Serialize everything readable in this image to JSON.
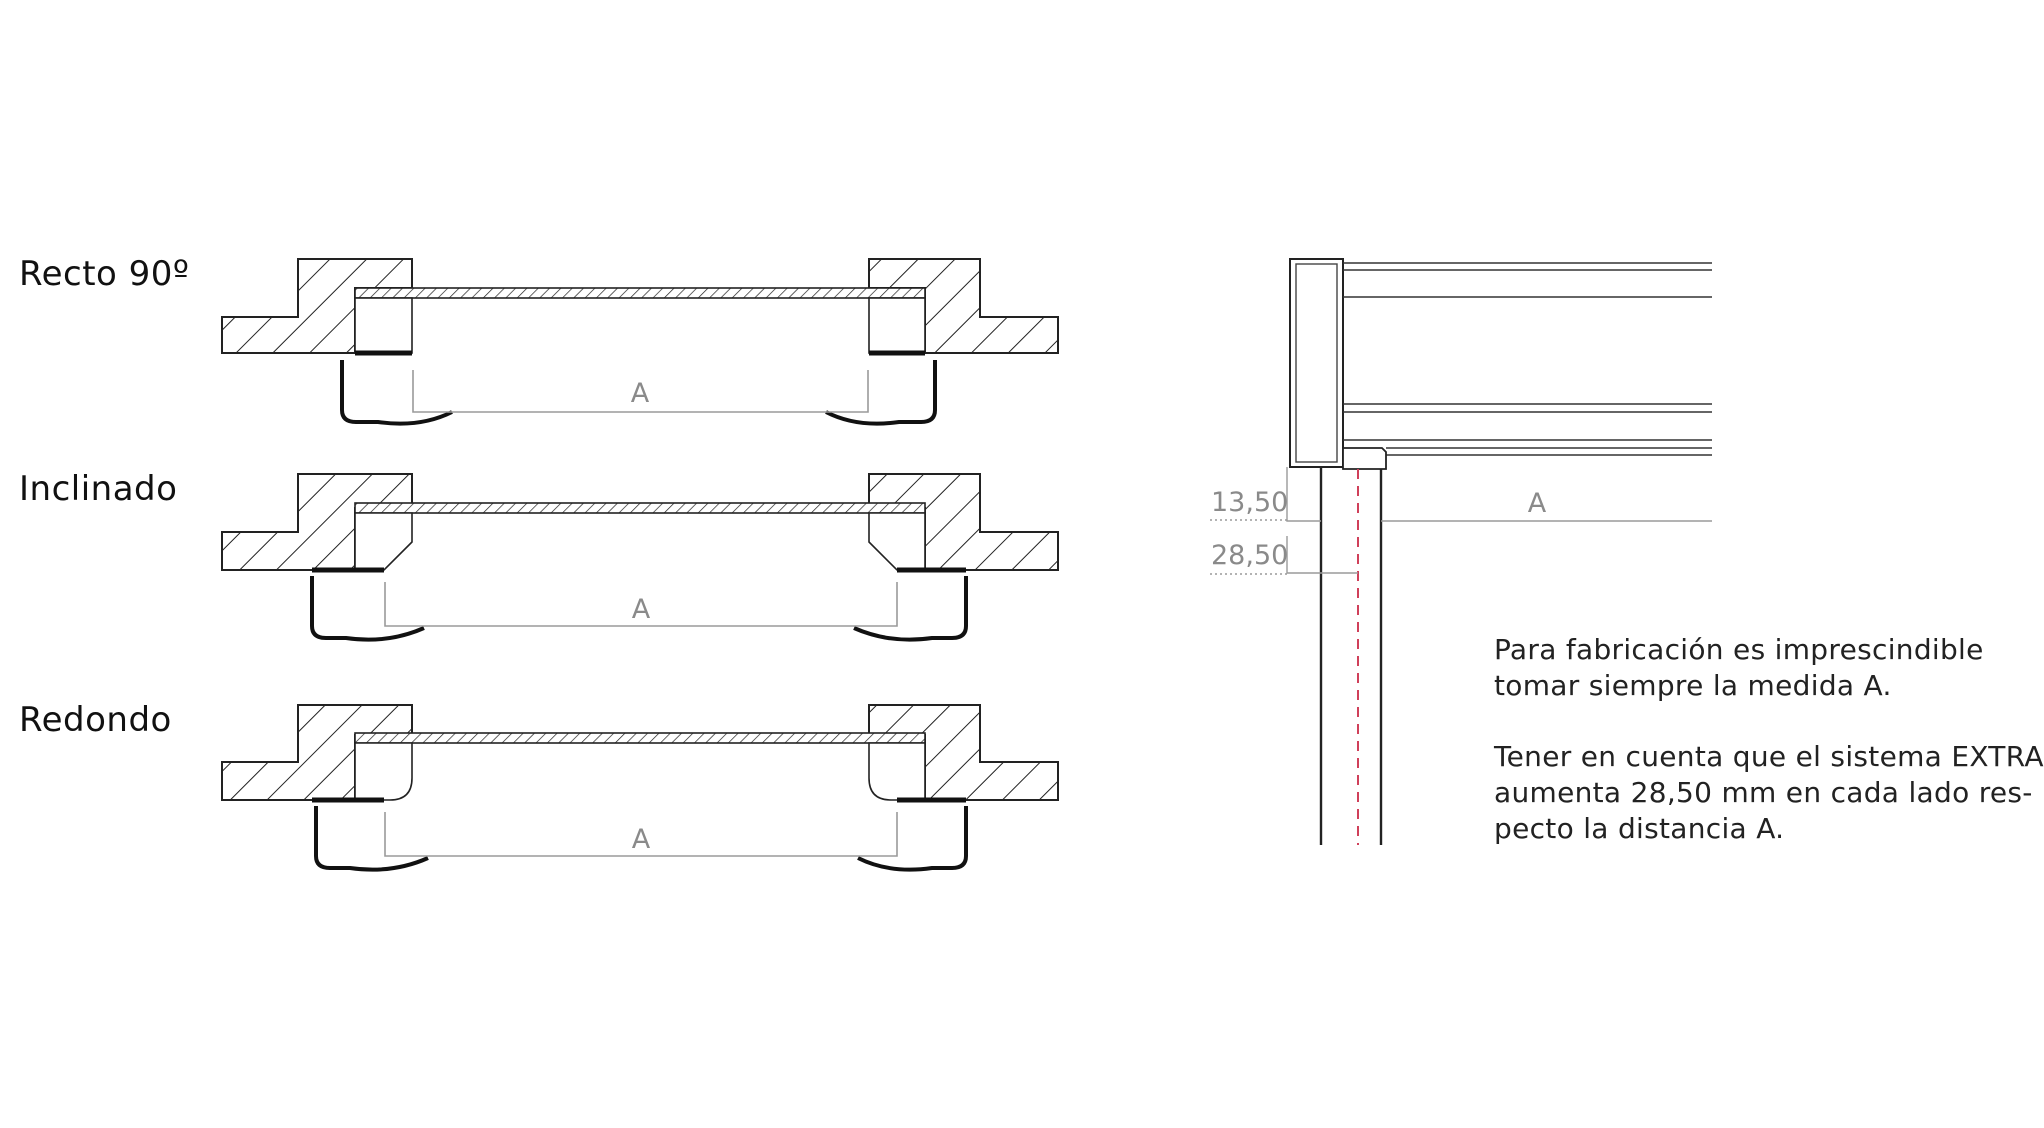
{
  "sections": {
    "recto": {
      "label": "Recto 90º",
      "dim": "A"
    },
    "inclinado": {
      "label": "Inclinado",
      "dim": "A"
    },
    "redondo": {
      "label": "Redondo",
      "dim": "A"
    }
  },
  "side_view": {
    "dim_a": "A",
    "dim_top": "13,50",
    "dim_bottom": "28,50"
  },
  "notes": {
    "p1": [
      "Para fabricación es imprescindible",
      "tomar siempre la medida A."
    ],
    "p2": [
      "Tener en cuenta que el sistema EXTRA",
      "aumenta 28,50 mm en cada lado res-",
      "pecto la distancia A."
    ]
  },
  "colors": {
    "hatch": "#222222",
    "dim": "#9a9a9a",
    "red_dash": "#d0405a"
  }
}
